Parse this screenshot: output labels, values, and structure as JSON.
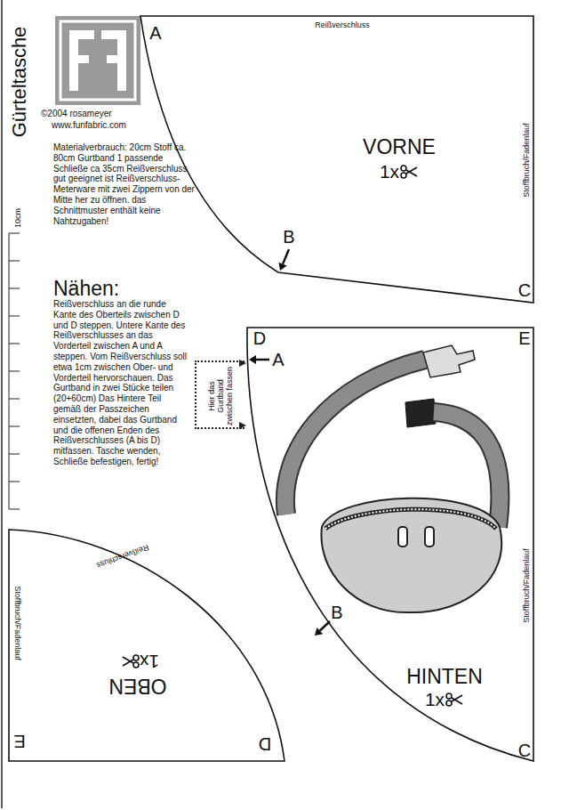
{
  "diagram": {
    "title": "Gürteltasche",
    "nodes": [
      {
        "text": [
          "Reißverschluss",
          "Stoffbruch/Fadenlauf",
          "VORNE",
          "1x",
          "A",
          "B",
          "C"
        ]
      },
      {
        "text": [
          "D",
          "A",
          "E",
          "Stoffbruch/Fadenlauf",
          "B",
          "HINTEN",
          "1x",
          "C"
        ]
      },
      {
        "text": [
          "Hier das Gurtband zwischen fassen"
        ]
      },
      {
        "text": [
          "Reißverschluss",
          "Stoffbruch/Fadenlauf",
          "OBEN",
          "1x",
          "E",
          "D"
        ]
      }
    ],
    "labels": [
      "©2004 rosameyer",
      "www.funfabric.com",
      "Materialverbrauch: 20cm Stoff ca. 80cm Gurtband 1 passende Schließe ca 35cm Reißverschluss gut geeignet ist Reißverschluss-Meterware mit zwei Zippern von der Mitte her zu öffnen. das Schnittmuster enthält keine Nahtzugaben!",
      "Nähen:",
      "Reißverschluss an die runde Kante des Oberteils zwischen D und D steppen. Untere Kante des Reißverschlusses an das Vorderteil zwischen A und A steppen. Vom Reißverschluss soll etwa 1cm zwischen Ober- und Vorderteil hervorschauen. Das Gurtband in zwei Stücke teilen (20+60cm) Das Hintere Teil gemäß der Passzeichen einsetzten, dabei das Gurtband und die offenen Enden des Reißverschlusses (A bis D) mitfassen. Tasche wenden, Schließe befestigen, fertig!",
      "10cm"
    ]
  }
}
